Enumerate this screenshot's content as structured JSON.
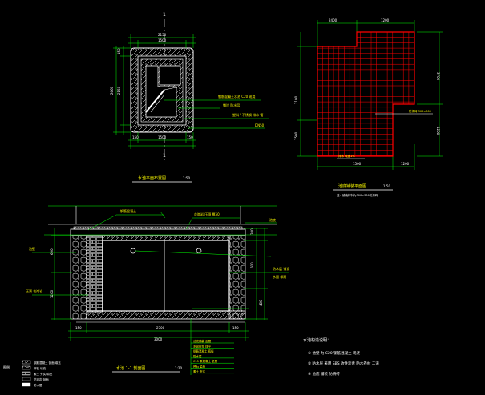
{
  "plan": {
    "title": "水池平面布置图",
    "scale": "1:50",
    "section_mark": "1",
    "dims_top": [
      "1500",
      "2150"
    ],
    "dims_left": [
      "2150",
      "2660",
      "150"
    ],
    "dims_bottom": [
      "150",
      "1500",
      "150"
    ],
    "callouts": [
      "钢筋混凝土水池 C20 现浇",
      "铺设 防水层",
      "塑料 / 不锈钢 排水 管",
      "DN50"
    ]
  },
  "grid_plan": {
    "title": "池底铺装平面图",
    "scale": "1:50",
    "note": "注：铺装材料为300×300防滑砖",
    "dims_top": [
      "2400",
      "1200"
    ],
    "dims_right": [
      "3700",
      "1200"
    ],
    "dims_left": [
      "2100",
      "1500"
    ],
    "dims_bottom": [
      "1500",
      "1200"
    ],
    "callout": "防滑砖 300×300",
    "callout2": "排水 坡度1%"
  },
  "section": {
    "title": "水池 1-1 剖面图",
    "scale": "1:20",
    "dims_bottom": [
      "150",
      "2700",
      "150"
    ],
    "dim_total": "3000",
    "dims_left": [
      "600",
      "1200"
    ],
    "dims_right": [
      "200",
      "600",
      "400"
    ],
    "left_labels": [
      "池壁",
      "压顶 花岗岩"
    ],
    "top_labels": [
      "钢筋混凝土",
      "花岗岩 压顶 厚50"
    ],
    "right_labels": [
      "池底",
      "防水层 铺设",
      "水面 标高"
    ],
    "bottom_layers": [
      "池底铺装 面层",
      "水泥砂浆 找平",
      "钢筋混凝土 底板",
      "防水层",
      "C15 素混凝土 垫层",
      "碎石 垫层",
      "素土 夯实"
    ]
  },
  "notes": {
    "title": "水池构造说明：",
    "items": [
      "① 池壁 为 C20 钢筋混凝土 现浇",
      "② 防水层 采用 SBS 改性沥青 防水卷材 二道",
      "③ 池底 铺装 防滑砖"
    ]
  },
  "legend": {
    "label": "图例",
    "items": [
      "钢筋混凝土 剖面 填充",
      "卵石 填充",
      "素土 夯实 填充",
      "花岗岩 剖面",
      "防水层"
    ]
  },
  "colors": {
    "background": "#000000",
    "line": "#ffffff",
    "dimension": "#00ff00",
    "text": "#ffff00",
    "tile": "#ff0000"
  }
}
